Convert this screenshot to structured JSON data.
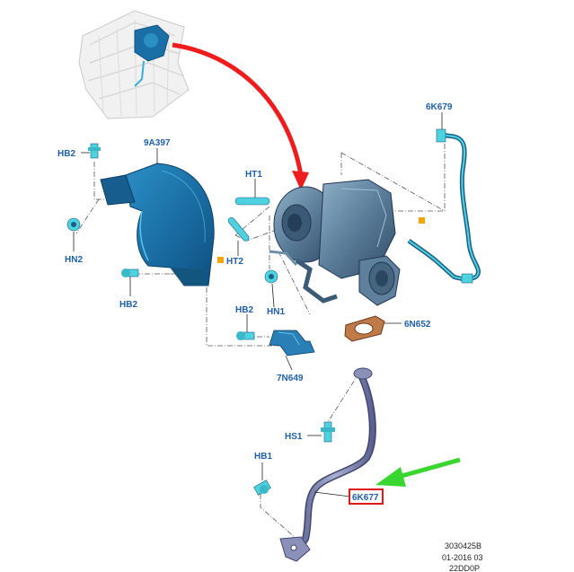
{
  "colors": {
    "label": "#1f5fa8",
    "part_light": "#4fd2e0",
    "part_dark": "#1b5f86",
    "turbo": "#4f7090",
    "pipe": "#7c84b0",
    "gasket": "#b46a3a",
    "marker": "#f0a500",
    "arrow_red": "#ee1c1c",
    "arrow_green": "#39d62f",
    "highlight_box": "#e01818"
  },
  "labels": {
    "hb2_top": "HB2",
    "heat_shield": "9A397",
    "ht1": "HT1",
    "ht2": "HT2",
    "hn2": "HN2",
    "hb2_left": "HB2",
    "hb2_mid": "HB2",
    "hn1": "HN1",
    "bracket": "7N649",
    "gasket": "6N652",
    "oil_feed": "6K679",
    "hs1": "HS1",
    "hb1": "HB1",
    "oil_return": "6K677"
  },
  "reference": {
    "line1": "3030425B",
    "line2": "01-2016 03",
    "line3": "22DD0P"
  }
}
